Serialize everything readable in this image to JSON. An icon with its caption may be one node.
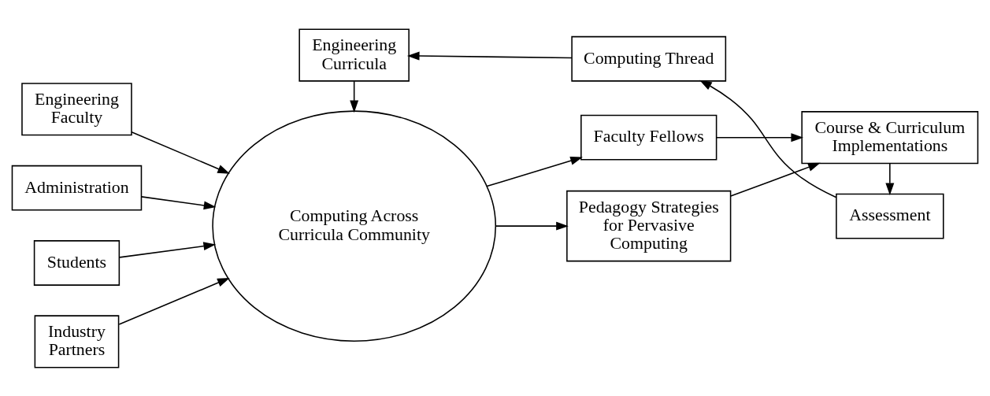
{
  "diagram": {
    "nodes": [
      {
        "text": [
          "Engineering Curricula"
        ]
      },
      {
        "text": [
          "Computing Thread"
        ]
      },
      {
        "text": [
          "Assessment"
        ]
      },
      {
        "text": [
          "Engineering Faculty"
        ]
      },
      {
        "text": [
          "Administration"
        ]
      },
      {
        "text": [
          "Students"
        ]
      },
      {
        "text": [
          "Industry Partners"
        ]
      },
      {
        "text": [
          "Computing Across Curricula Community"
        ]
      },
      {
        "text": [
          "Faculty Fellows"
        ]
      },
      {
        "text": [
          "Pedagogy Strategies for Pervasive Computing"
        ]
      },
      {
        "text": [
          "Course & Curriculum Implementations"
        ]
      }
    ],
    "edges": [
      {
        "from": 1,
        "to": 0,
        "arrow": "to"
      },
      {
        "from": 2,
        "to": 1,
        "arrow": "to"
      },
      {
        "from": 0,
        "to": 7,
        "arrow": "to"
      },
      {
        "from": 3,
        "to": 7,
        "arrow": "to"
      },
      {
        "from": 4,
        "to": 7,
        "arrow": "to"
      },
      {
        "from": 5,
        "to": 7,
        "arrow": "to"
      },
      {
        "from": 6,
        "to": 7,
        "arrow": "to"
      },
      {
        "from": 7,
        "to": 8,
        "arrow": "to"
      },
      {
        "from": 7,
        "to": 9,
        "arrow": "to"
      },
      {
        "from": 8,
        "to": 10,
        "arrow": "to"
      },
      {
        "from": 9,
        "to": 10,
        "arrow": "to"
      },
      {
        "from": 10,
        "to": 2,
        "arrow": "to"
      }
    ]
  }
}
